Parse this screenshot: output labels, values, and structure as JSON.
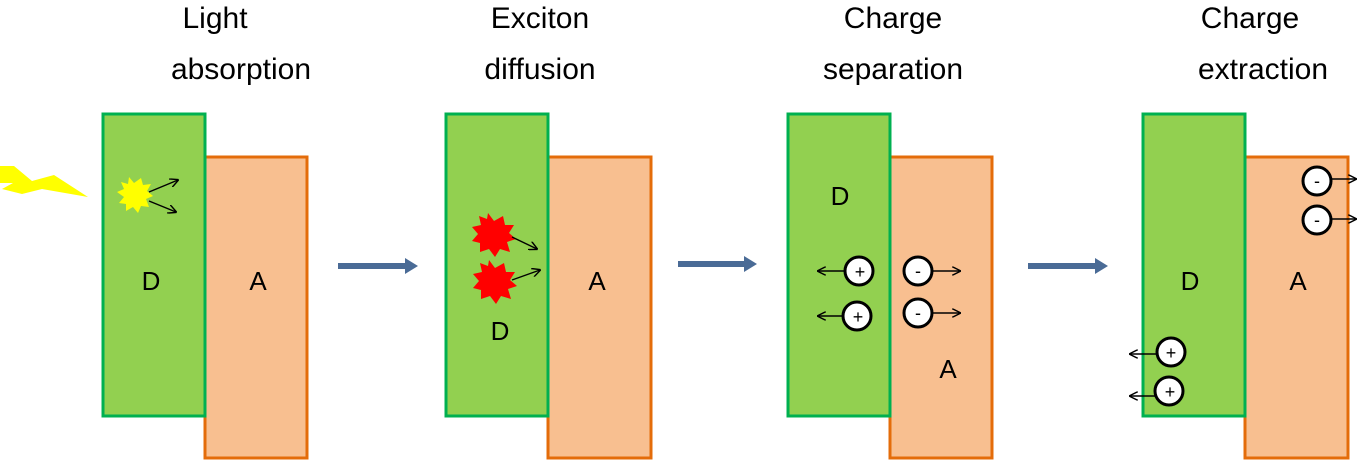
{
  "steps": [
    {
      "title_line1": "Light",
      "title_line2": "absorption",
      "donor_label": "D",
      "acceptor_label": "A"
    },
    {
      "title_line1": "Exciton",
      "title_line2": "diffusion",
      "donor_label": "D",
      "acceptor_label": "A"
    },
    {
      "title_line1": "Charge",
      "title_line2": "separation",
      "donor_label": "D",
      "acceptor_label": "A"
    },
    {
      "title_line1": "Charge",
      "title_line2": "extraction",
      "donor_label": "D",
      "acceptor_label": "A"
    }
  ],
  "charges": {
    "hole": "+",
    "electron": "-"
  },
  "colors": {
    "donor_fill": "#92d050",
    "donor_border": "#00b050",
    "acceptor_fill": "#f8bf90",
    "acceptor_border": "#e46c0a",
    "arrow": "#4a6b96",
    "photon": "#ffff00",
    "exciton": "#ff0000"
  },
  "icons": [
    "lightning-bolt-icon",
    "exciton-burst-icon",
    "right-arrow-icon",
    "charge-carrier-icon"
  ]
}
